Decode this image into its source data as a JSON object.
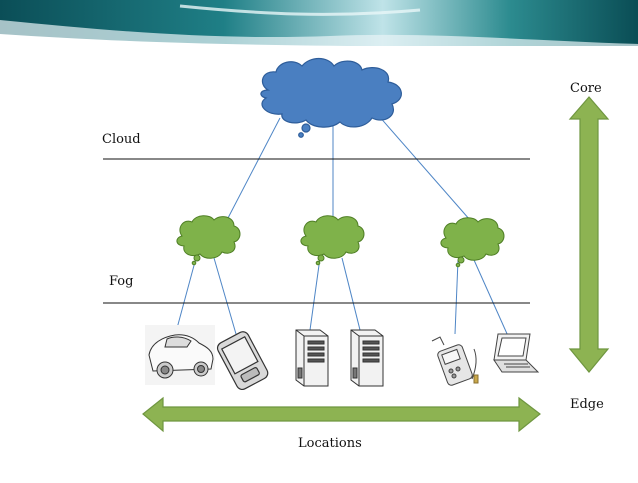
{
  "labels": {
    "cloud": "Cloud",
    "fog": "Fog",
    "core": "Core",
    "edge": "Edge",
    "locations": "Locations"
  },
  "colors": {
    "cloud_fill": "#4a7fc1",
    "cloud_stroke": "#2e5d9a",
    "fog_fill": "#7fb24a",
    "fog_stroke": "#4f7f25",
    "arrow_fill": "#8db352",
    "arrow_stroke": "#6f9640",
    "link_line": "#4f86c6",
    "banner_dark": "#0c5a60",
    "banner_light": "#c9e6ea"
  },
  "devices": [
    {
      "name": "car"
    },
    {
      "name": "smartphone"
    },
    {
      "name": "server-tower"
    },
    {
      "name": "server-tower"
    },
    {
      "name": "medical-handheld"
    },
    {
      "name": "laptop"
    }
  ]
}
